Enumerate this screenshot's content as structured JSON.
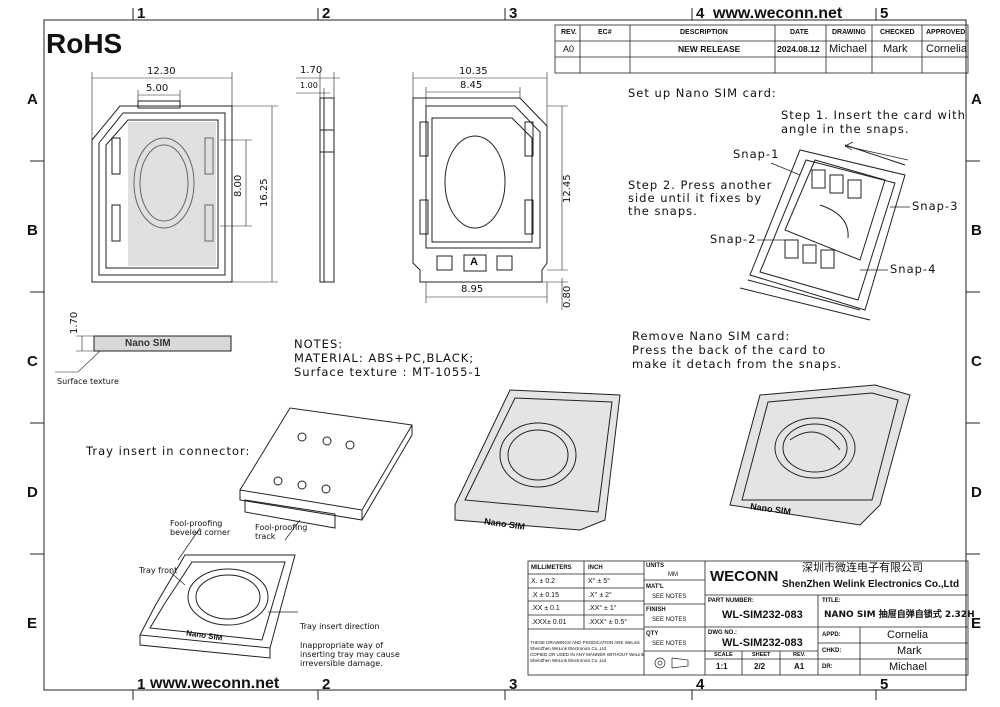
{
  "header": {
    "rohs": "RoHS",
    "website": "www.weconn.net",
    "website_bottom": "www.weconn.net"
  },
  "zones": {
    "columns": [
      "1",
      "2",
      "3",
      "4",
      "5"
    ],
    "rows": [
      "A",
      "B",
      "C",
      "D",
      "E"
    ]
  },
  "revision_table": {
    "headers": {
      "rev": "REV.",
      "ec": "EC#",
      "description": "DESCRIPTION",
      "date": "DATE",
      "drawing": "DRAWING",
      "checked": "CHECKED",
      "approved": "APPROVED"
    },
    "row": {
      "rev": "A0",
      "ec": "",
      "description": "NEW RELEASE",
      "date": "2024.08.12",
      "drawing": "Michael",
      "checked": "Mark",
      "approved": "Cornelia"
    }
  },
  "dimensions": {
    "front_width": "12.30",
    "front_slot": "5.00",
    "front_hole_h": "8.00",
    "front_height": "16.25",
    "side_thick": "1.70",
    "side_thin": "1.00",
    "back_width": "10.35",
    "back_inner": "8.45",
    "back_height": "12.45",
    "back_bottom": "8.95",
    "back_step": "0.80",
    "texture_thick": "1.70"
  },
  "labels": {
    "nano_sim": "Nano SIM",
    "surface_texture": "Surface texture",
    "notes_title": "NOTES:",
    "notes_material": "MATERIAL: ABS+PC,BLACK;",
    "notes_texture": "Surface texture : MT-1055-1",
    "setup_title": "Set up Nano SIM card:",
    "step1_line1": "Step 1. Insert the card with",
    "step1_line2": "angle in the snaps.",
    "step2_line1": "Step 2. Press another",
    "step2_line2": "side until it fixes by",
    "step2_line3": "the snaps.",
    "snap1": "Snap-1",
    "snap2": "Snap-2",
    "snap3": "Snap-3",
    "snap4": "Snap-4",
    "remove_line1": "Remove Nano SIM card:",
    "remove_line2": "Press the back of the card to",
    "remove_line3": "make it detach from the snaps.",
    "tray_insert": "Tray insert in connector:",
    "fool_corner_1": "Fool-proofing",
    "fool_corner_2": "beveled corner",
    "fool_track_1": "Fool-proofing",
    "fool_track_2": "track",
    "tray_front": "Tray front",
    "tray_direction": "Tray insert direction",
    "warn1": "Inappropriate way of",
    "warn2": "inserting tray may cause",
    "warn3": "irreversible damage.",
    "letter_a": "A"
  },
  "title_block": {
    "millimeters": "MILLIMETERS",
    "inch": "INCH",
    "units": "UNITS",
    "mm": "MM",
    "tol_x_mm": "X. ± 0.2",
    "tol_x1_mm": ".X ± 0.15",
    "tol_x2_mm": ".XX ± 0.1",
    "tol_x3_mm": ".XXX± 0.01",
    "tol_x_in": "X° ± 5°",
    "tol_x1_in": ".X° ± 2°",
    "tol_x2_in": ".XX° ± 1°",
    "tol_x3_in": ".XXX° ± 0.5°",
    "matl": "MAT'L",
    "see_notes": "SEE NOTES",
    "finish": "FINISH",
    "qty": "QTY",
    "disclaimer1": "THESE DRAWINGS AND PSODICATION ARE WeLink",
    "disclaimer2": "ShenZhen WeLink Electronics Co.,Ltd",
    "disclaimer3": "COPIED OR USED IN ANY MANNER WITHOUT WeLink",
    "disclaimer4": "ShenZhen WeLink Electronics Co.,Ltd",
    "brand": "WECONN",
    "company_cn": "深圳市微连电子有限公司",
    "company_en": "ShenZhen Welink Electronics Co.,Ltd",
    "part_number_label": "PART NUMBER:",
    "part_number": "WL-SIM232-083",
    "title_label": "TITLE:",
    "title": "NANO SIM 抽屉自弹自锁式 2.32H",
    "dwg_no_label": "DWG NO.:",
    "dwg_no": "WL-SIM232-083",
    "appd_label": "APPD:",
    "appd": "Cornelia",
    "chkd_label": "CHKD:",
    "chkd": "Mark",
    "dr_label": "DR:",
    "dr": "Michael",
    "scale_label": "SCALE",
    "scale": "1:1",
    "sheet_label": "SHEET",
    "sheet": "2/2",
    "rev_label": "REV.",
    "rev": "A1"
  }
}
